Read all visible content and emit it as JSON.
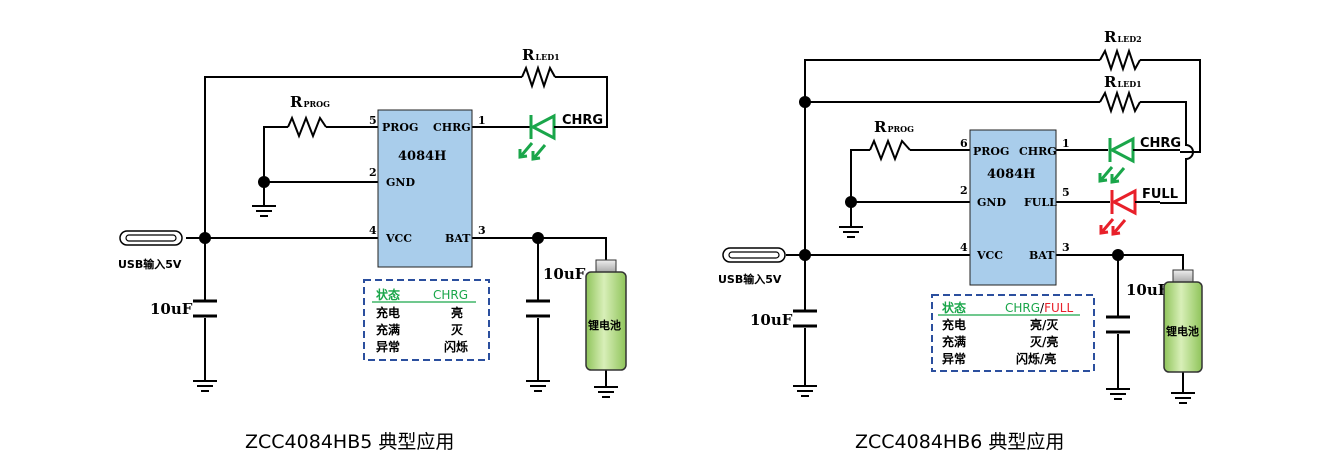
{
  "circuits": [
    {
      "chip": {
        "name": "4084H",
        "pins": {
          "prog": "PROG",
          "chrg": "CHRG",
          "gnd": "GND",
          "vcc": "VCC",
          "bat": "BAT"
        },
        "pin_numbers": {
          "prog": "5",
          "chrg": "1",
          "gnd": "2",
          "vcc": "4",
          "bat": "3"
        }
      },
      "r_prog": {
        "main": "R",
        "sub": "PROG"
      },
      "r_led1": {
        "main": "R",
        "sub": "LED1"
      },
      "led_label": "CHRG",
      "usb_label": "USB输入5V",
      "cap_in": "10uF",
      "cap_out": "10uF",
      "battery": "锂电池",
      "table": {
        "header": [
          "状态",
          "CHRG"
        ],
        "rows": [
          [
            "充电",
            "亮"
          ],
          [
            "充满",
            "灭"
          ],
          [
            "异常",
            "闪烁"
          ]
        ]
      },
      "caption": "ZCC4084HB5 典型应用"
    },
    {
      "chip": {
        "name": "4084H",
        "pins": {
          "prog": "PROG",
          "chrg": "CHRG",
          "gnd": "GND",
          "full": "FULL",
          "vcc": "VCC",
          "bat": "BAT"
        },
        "pin_numbers": {
          "prog": "6",
          "chrg": "1",
          "gnd": "2",
          "full": "5",
          "vcc": "4",
          "bat": "3"
        }
      },
      "r_prog": {
        "main": "R",
        "sub": "PROG"
      },
      "r_led1": {
        "main": "R",
        "sub": "LED1"
      },
      "r_led2": {
        "main": "R",
        "sub": "LED2"
      },
      "led_chrg_label": "CHRG",
      "led_full_label": "FULL",
      "usb_label": "USB输入5V",
      "cap_in": "10uF",
      "cap_out": "10uF",
      "battery": "锂电池",
      "table": {
        "header": [
          "状态",
          "CHRG",
          "/",
          "FULL"
        ],
        "rows": [
          [
            "充电",
            "亮/灭"
          ],
          [
            "充满",
            "灭/亮"
          ],
          [
            "异常",
            "闪烁/亮"
          ]
        ]
      },
      "caption": "ZCC4084HB6 典型应用"
    }
  ],
  "colors": {
    "ic": "#a9cdeb",
    "led_green": "#1aa64a",
    "led_red": "#e8202a",
    "battery": "#b9dd8a",
    "table_border": "#2b4f9e",
    "header_green": "#1aa64a",
    "header_red": "#e8202a"
  }
}
